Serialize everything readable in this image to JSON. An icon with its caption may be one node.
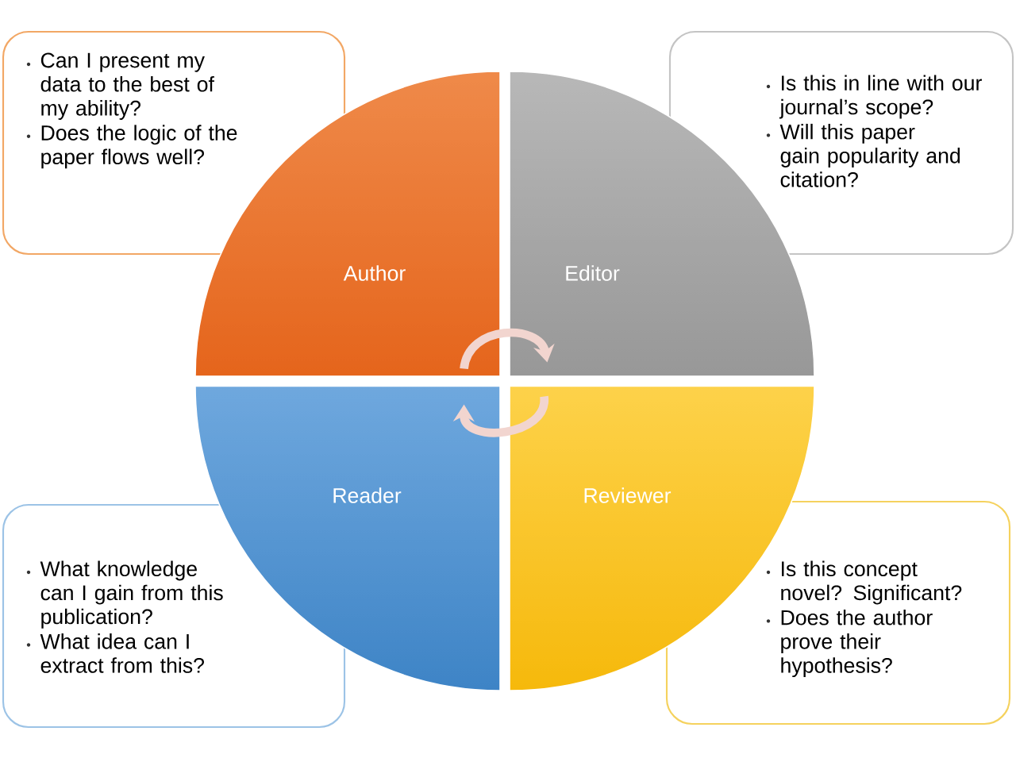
{
  "diagram": {
    "nodes": [
      {
        "text": [
          "Author"
        ]
      },
      {
        "text": [
          "Editor"
        ]
      },
      {
        "text": [
          "Reader"
        ]
      },
      {
        "text": [
          "Reviewer"
        ]
      },
      {
        "text": [
          "Can I present my data to the best of my ability?",
          "Does the logic of the paper flows well?"
        ]
      },
      {
        "text": [
          "Is this in line with our journal’s scope?",
          "Will this paper gain popularity and citation?"
        ]
      },
      {
        "text": [
          "What knowledge can I gain from this publication?",
          "What idea can I extract from this?"
        ]
      },
      {
        "text": [
          "Is this concept novel? Significant?",
          "Does the author prove their hypothesis?"
        ]
      }
    ],
    "edges": [
      {
        "from": 0,
        "to": 1,
        "arrow": "to"
      },
      {
        "from": 3,
        "to": 2,
        "arrow": "to"
      }
    ]
  }
}
